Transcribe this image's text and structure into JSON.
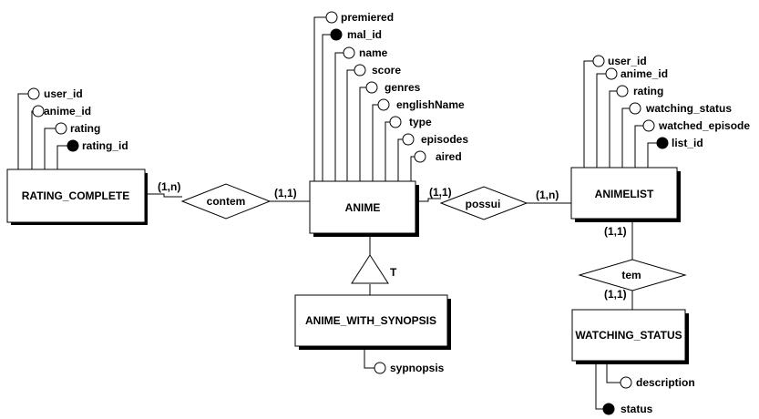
{
  "diagram": {
    "entities": {
      "rating_complete": "RATING_COMPLETE",
      "anime": "ANIME",
      "animelist": "ANIMELIST",
      "anime_with_synopsis": "ANIME_WITH_SYNOPSIS",
      "watching_status": "WATCHING_STATUS"
    },
    "relationships": {
      "contem": "contem",
      "possui": "possui",
      "tem": "tem"
    },
    "specialization": {
      "label": "T"
    },
    "cardinalities": {
      "contem_rating": "(1,n)",
      "contem_anime": "(1,1)",
      "possui_anime": "(1,1)",
      "possui_animelist": "(1,n)",
      "tem_animelist": "(1,1)",
      "tem_watching": "(1,1)"
    },
    "attributes": {
      "rating_complete": [
        {
          "name": "user_id",
          "key": false
        },
        {
          "name": "anime_id",
          "key": false
        },
        {
          "name": "rating",
          "key": false
        },
        {
          "name": "rating_id",
          "key": true
        }
      ],
      "anime": [
        {
          "name": "premiered",
          "key": false
        },
        {
          "name": "mal_id",
          "key": true
        },
        {
          "name": "name",
          "key": false
        },
        {
          "name": "score",
          "key": false
        },
        {
          "name": "genres",
          "key": false
        },
        {
          "name": "englishName",
          "key": false
        },
        {
          "name": "type",
          "key": false
        },
        {
          "name": "episodes",
          "key": false
        },
        {
          "name": "aired",
          "key": false
        }
      ],
      "animelist": [
        {
          "name": "user_id",
          "key": false
        },
        {
          "name": "anime_id",
          "key": false
        },
        {
          "name": "rating",
          "key": false
        },
        {
          "name": "watching_status",
          "key": false
        },
        {
          "name": "watched_episode",
          "key": false
        },
        {
          "name": "list_id",
          "key": true
        }
      ],
      "anime_with_synopsis": [
        {
          "name": "sypnopsis",
          "key": false
        }
      ],
      "watching_status": [
        {
          "name": "description",
          "key": false
        },
        {
          "name": "status",
          "key": true
        }
      ]
    }
  }
}
